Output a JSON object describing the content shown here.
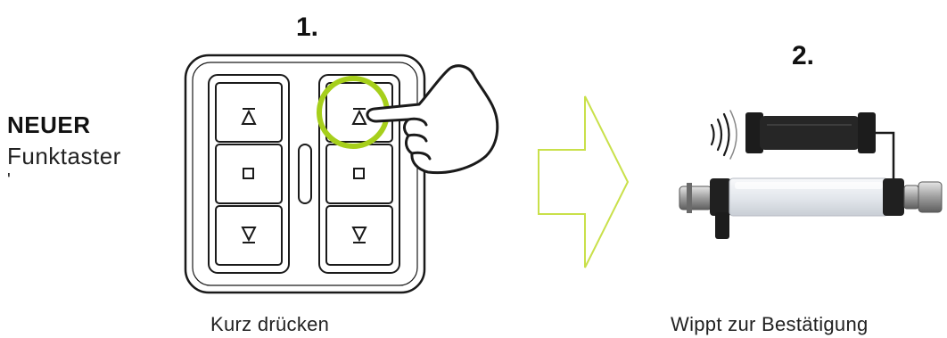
{
  "steps": {
    "step1": "1.",
    "step2": "2."
  },
  "device_label": {
    "new": "NEUER",
    "device": "Funktaster",
    "tick": "'"
  },
  "captions": {
    "press": "Kurz drücken",
    "confirm": "Wippt zur Bestätigung"
  },
  "colors": {
    "highlight": "#a6cf1b",
    "arrow": "#c9e04a",
    "outline": "#1a1a1a",
    "tube": "#e9ecf0"
  },
  "icons": [
    "up-triangle-icon",
    "stop-square-icon",
    "down-triangle-icon",
    "finger-press-icon",
    "radio-signal-icon",
    "arrow-right-icon",
    "motor-tube-icon",
    "receiver-plug-icon"
  ]
}
